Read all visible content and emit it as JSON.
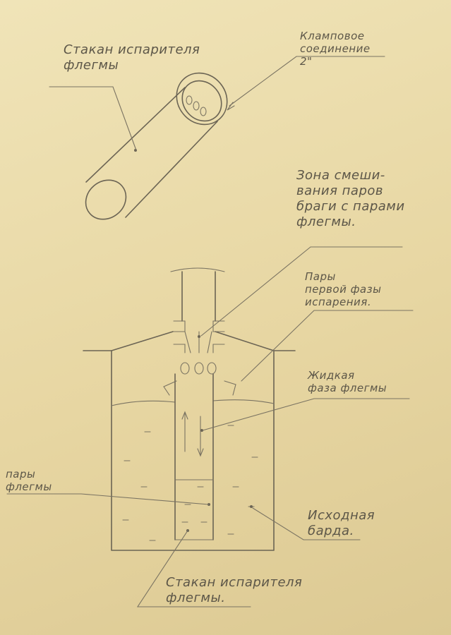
{
  "labels": {
    "glass_top": "Стакан испарителя\nфлегмы",
    "clamp": "Кламповое\nсоединение\n2\"",
    "mixing_zone": "Зона смеши-\nвания паров\nбраги с парами\nфлегмы.",
    "first_phase_vapors": "Пары\nпервой фазы\nиспарения.",
    "liquid_phase": "Жидкая\nфаза флегмы",
    "reflux_vapors": "пары\nфлегмы",
    "initial_stillage": "Исходная\nбарда.",
    "glass_bottom": "Стакан испарителя\nфлегмы."
  }
}
